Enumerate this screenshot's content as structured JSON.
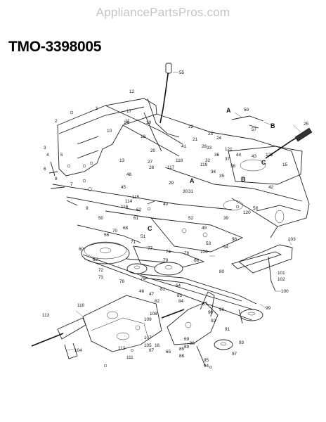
{
  "watermark": "AppliancePartsPros.com",
  "model_number": "TMO-3398005",
  "callouts": [
    "1",
    "2",
    "3",
    "4",
    "5",
    "6",
    "7",
    "8",
    "9",
    "10",
    "11",
    "12",
    "13",
    "14",
    "15",
    "16",
    "17",
    "18",
    "19",
    "20",
    "21",
    "22",
    "23",
    "24",
    "25",
    "26",
    "27",
    "28",
    "29",
    "30",
    "31",
    "32",
    "33",
    "34",
    "35",
    "36",
    "37",
    "38",
    "39",
    "40",
    "41",
    "42",
    "43",
    "44",
    "45",
    "46",
    "47",
    "48",
    "49",
    "50",
    "51",
    "52",
    "53",
    "54",
    "55",
    "56",
    "57",
    "58",
    "59",
    "60",
    "61",
    "62",
    "63",
    "64",
    "65",
    "66",
    "67",
    "68",
    "69",
    "70",
    "71",
    "72",
    "73",
    "74",
    "75",
    "76",
    "77",
    "78",
    "79",
    "80",
    "81",
    "82",
    "83",
    "84",
    "85",
    "86",
    "87",
    "88",
    "89",
    "90",
    "91",
    "92",
    "93",
    "94",
    "95",
    "96",
    "97",
    "98",
    "99",
    "100",
    "101",
    "102",
    "103",
    "104",
    "105",
    "106",
    "107",
    "108",
    "109",
    "110",
    "111",
    "112",
    "113",
    "114",
    "115",
    "116",
    "117",
    "118",
    "119",
    "120",
    "121",
    "122"
  ],
  "reference_letters": [
    "A",
    "B",
    "C"
  ]
}
